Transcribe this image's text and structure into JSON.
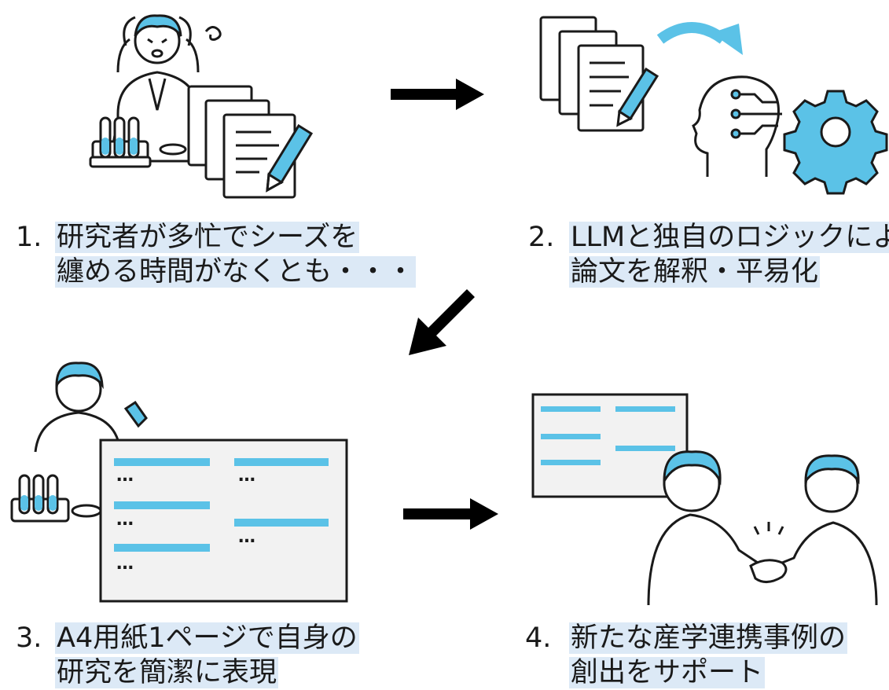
{
  "steps": [
    {
      "number": "1.",
      "lines": [
        "研究者が多忙でシーズを",
        "纏める時間がなくとも・・・"
      ]
    },
    {
      "number": "2.",
      "lines": [
        "LLMと独自のロジックにより",
        "論文を解釈・平易化"
      ]
    },
    {
      "number": "3.",
      "lines": [
        "A4用紙1ページで自身の",
        "研究を簡潔に表現"
      ]
    },
    {
      "number": "4.",
      "lines": [
        "新たな産学連携事例の",
        "創出をサポート"
      ]
    }
  ],
  "summary_sheet": {
    "placeholder": "…"
  },
  "colors": {
    "accent": "#5bc2e7",
    "highlight": "#dce9f6",
    "stroke": "#1a1a1a"
  }
}
